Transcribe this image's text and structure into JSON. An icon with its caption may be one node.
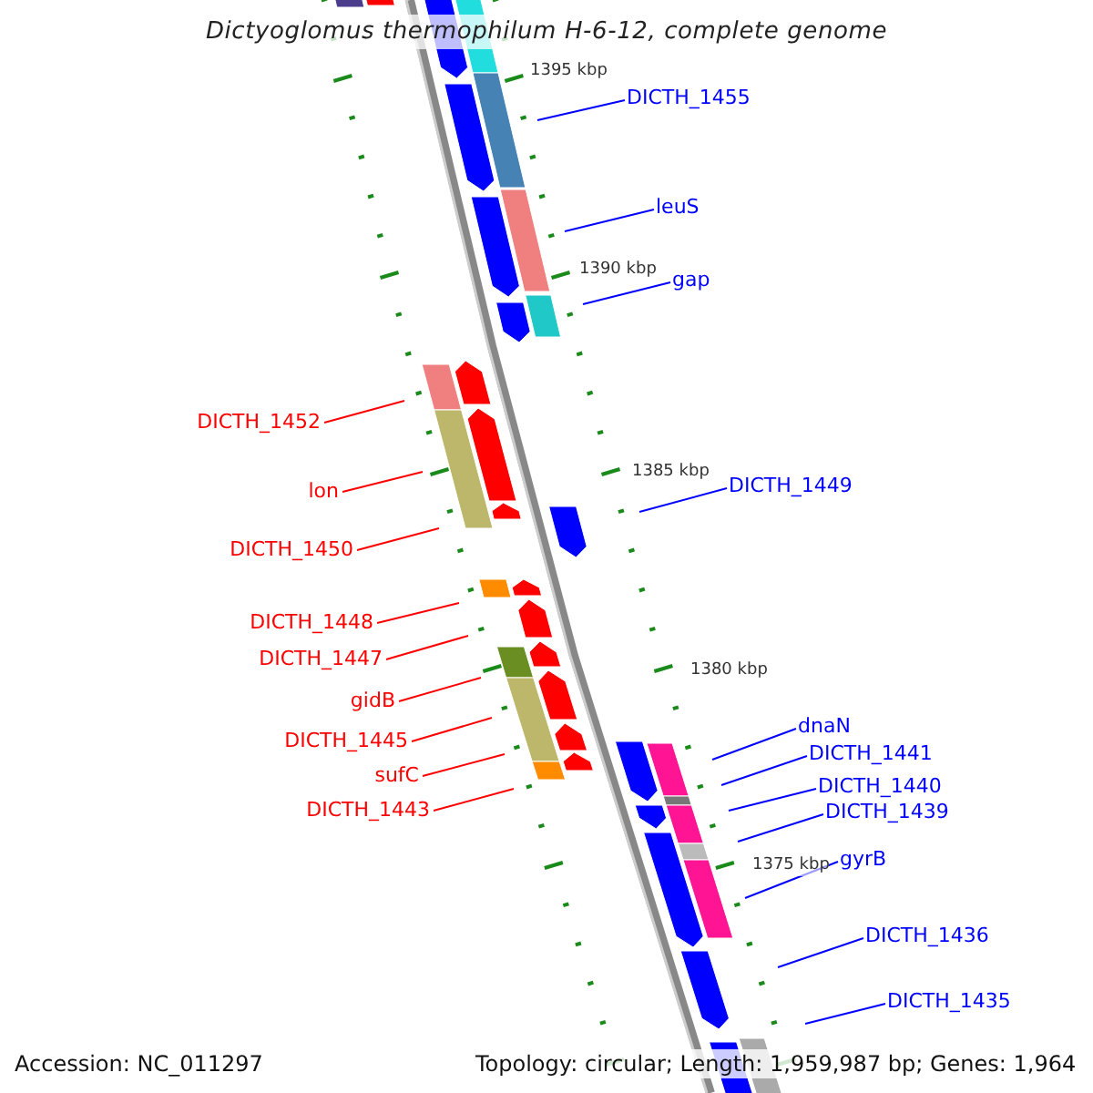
{
  "diagram": {
    "title": "Dictyoglomus thermophilum H-6-12, complete genome",
    "nodes": [
      {
        "text": [
          "DICTH_1455"
        ]
      },
      {
        "text": [
          "leuS"
        ]
      },
      {
        "text": [
          "gap"
        ]
      },
      {
        "text": [
          "DICTH_1452"
        ]
      },
      {
        "text": [
          "DICTH_1449"
        ]
      },
      {
        "text": [
          "lon"
        ]
      },
      {
        "text": [
          "DICTH_1450"
        ]
      },
      {
        "text": [
          "DICTH_1448"
        ]
      },
      {
        "text": [
          "DICTH_1447"
        ]
      },
      {
        "text": [
          "gidB"
        ]
      },
      {
        "text": [
          "dnaN"
        ]
      },
      {
        "text": [
          "DICTH_1445"
        ]
      },
      {
        "text": [
          "DICTH_1441"
        ]
      },
      {
        "text": [
          "sufC"
        ]
      },
      {
        "text": [
          "DICTH_1440"
        ]
      },
      {
        "text": [
          "DICTH_1443"
        ]
      },
      {
        "text": [
          "DICTH_1439"
        ]
      },
      {
        "text": [
          "gyrB"
        ]
      },
      {
        "text": [
          "DICTH_1436"
        ]
      },
      {
        "text": [
          "DICTH_1435"
        ]
      }
    ],
    "edges": [
      {
        "from": 0,
        "to": null,
        "arrow": "none"
      },
      {
        "from": 1,
        "to": null,
        "arrow": "none"
      },
      {
        "from": 2,
        "to": null,
        "arrow": "none"
      },
      {
        "from": 3,
        "to": null,
        "arrow": "none",
        "color": "#ff0000"
      },
      {
        "from": 4,
        "to": null,
        "arrow": "none"
      },
      {
        "from": 5,
        "to": null,
        "arrow": "none",
        "color": "#ff0000"
      },
      {
        "from": 6,
        "to": null,
        "arrow": "none",
        "color": "#ff0000"
      },
      {
        "from": 7,
        "to": null,
        "arrow": "none",
        "color": "#ff0000"
      },
      {
        "from": 8,
        "to": null,
        "arrow": "none",
        "color": "#ff0000"
      },
      {
        "from": 9,
        "to": null,
        "arrow": "none",
        "color": "#ff0000"
      },
      {
        "from": 10,
        "to": null,
        "arrow": "none"
      },
      {
        "from": 11,
        "to": null,
        "arrow": "none",
        "color": "#ff0000"
      },
      {
        "from": 12,
        "to": null,
        "arrow": "none"
      },
      {
        "from": 13,
        "to": null,
        "arrow": "none",
        "color": "#ff0000"
      },
      {
        "from": 14,
        "to": null,
        "arrow": "none"
      },
      {
        "from": 15,
        "to": null,
        "arrow": "none",
        "color": "#ff0000"
      },
      {
        "from": 16,
        "to": null,
        "arrow": "none"
      },
      {
        "from": 17,
        "to": null,
        "arrow": "none"
      },
      {
        "from": 18,
        "to": null,
        "arrow": "none"
      },
      {
        "from": 19,
        "to": null,
        "arrow": "none"
      }
    ],
    "labels": [
      "1395 kbp",
      "1390 kbp",
      "1385 kbp",
      "1380 kbp",
      "1375 kbp",
      "Accession: NC_011297",
      "Topology: circular; Length: 1,959,987 bp; Genes: 1,964"
    ]
  }
}
